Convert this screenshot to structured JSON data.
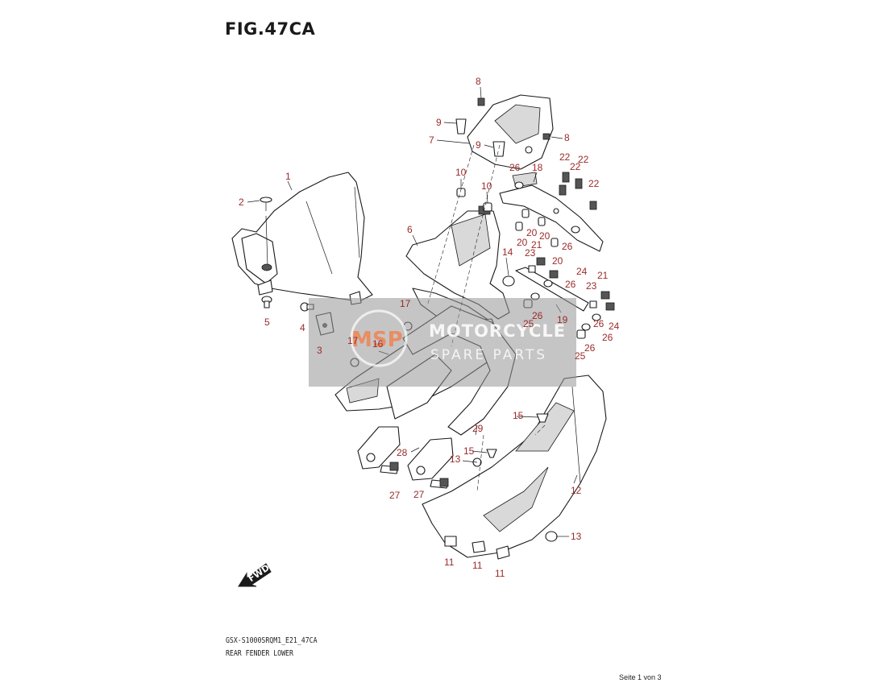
{
  "header": {
    "title": "FIG.47CA"
  },
  "footer": {
    "model_code": "GSX-S1000SRQM1_E21_47CA",
    "caption": "REAR FENDER LOWER",
    "page": "Seite 1 von 3"
  },
  "watermark": {
    "logo": "MSP",
    "line1": "MOTORCYCLE",
    "line2": "SPARE PARTS"
  },
  "fwd_label": "FWD",
  "callouts": [
    {
      "n": "1"
    },
    {
      "n": "2"
    },
    {
      "n": "3"
    },
    {
      "n": "4"
    },
    {
      "n": "5"
    },
    {
      "n": "6"
    },
    {
      "n": "7"
    },
    {
      "n": "8"
    },
    {
      "n": "8"
    },
    {
      "n": "9"
    },
    {
      "n": "9"
    },
    {
      "n": "10"
    },
    {
      "n": "10"
    },
    {
      "n": "11"
    },
    {
      "n": "11"
    },
    {
      "n": "11"
    },
    {
      "n": "12"
    },
    {
      "n": "13"
    },
    {
      "n": "13"
    },
    {
      "n": "14"
    },
    {
      "n": "15"
    },
    {
      "n": "15"
    },
    {
      "n": "16"
    },
    {
      "n": "17"
    },
    {
      "n": "17"
    },
    {
      "n": "18"
    },
    {
      "n": "19"
    },
    {
      "n": "20"
    },
    {
      "n": "20"
    },
    {
      "n": "20"
    },
    {
      "n": "20"
    },
    {
      "n": "21"
    },
    {
      "n": "21"
    },
    {
      "n": "22"
    },
    {
      "n": "22"
    },
    {
      "n": "22"
    },
    {
      "n": "22"
    },
    {
      "n": "23"
    },
    {
      "n": "23"
    },
    {
      "n": "24"
    },
    {
      "n": "24"
    },
    {
      "n": "25"
    },
    {
      "n": "25"
    },
    {
      "n": "26"
    },
    {
      "n": "26"
    },
    {
      "n": "26"
    },
    {
      "n": "26"
    },
    {
      "n": "26"
    },
    {
      "n": "26"
    },
    {
      "n": "26"
    },
    {
      "n": "27"
    },
    {
      "n": "27"
    },
    {
      "n": "28"
    },
    {
      "n": "29"
    }
  ]
}
